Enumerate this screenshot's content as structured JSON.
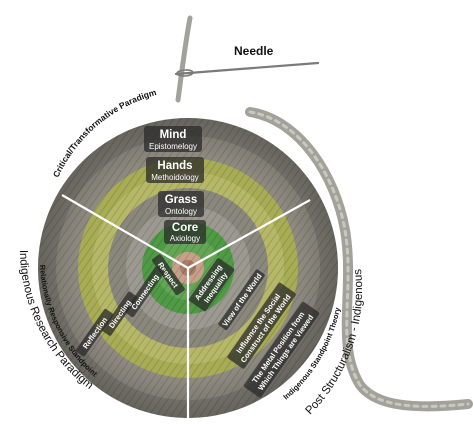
{
  "needle": {
    "label": "Needle"
  },
  "rings": [
    {
      "title": "Mind",
      "subtitle": "Epistomelogy"
    },
    {
      "title": "Hands",
      "subtitle": "Methoidology"
    },
    {
      "title": "Grass",
      "subtitle": "Ontology"
    },
    {
      "title": "Core",
      "subtitle": "Axiology"
    }
  ],
  "sectors": {
    "top": "Critical/Transformative Paradigm",
    "left": {
      "main": "Indigenous Research Paradigm",
      "sub": "Relationally Responsive Standpoint"
    },
    "right": {
      "main": "Post Structuralism - Indigenous",
      "sub": "Indigenous Standpoint Theory"
    }
  },
  "spokes": {
    "left": [
      "Respect",
      "Connecting",
      "Directing",
      "Reflection"
    ],
    "right": [
      "Addressing Inequality",
      "View of the World",
      "Influence the Social Construct of the World",
      "The Metal Position from Which Things are Viewed"
    ]
  },
  "colors": {
    "outer_ring": "#7d7a72",
    "outer_ring_2": "#8e8a80",
    "green_band": "#a8ac55",
    "mid_grey": "#8a877d",
    "core_green": "#4f9a45",
    "center": "#c8a08a",
    "rope": "#a2a29a",
    "label_bg": "#2b2b2b"
  }
}
